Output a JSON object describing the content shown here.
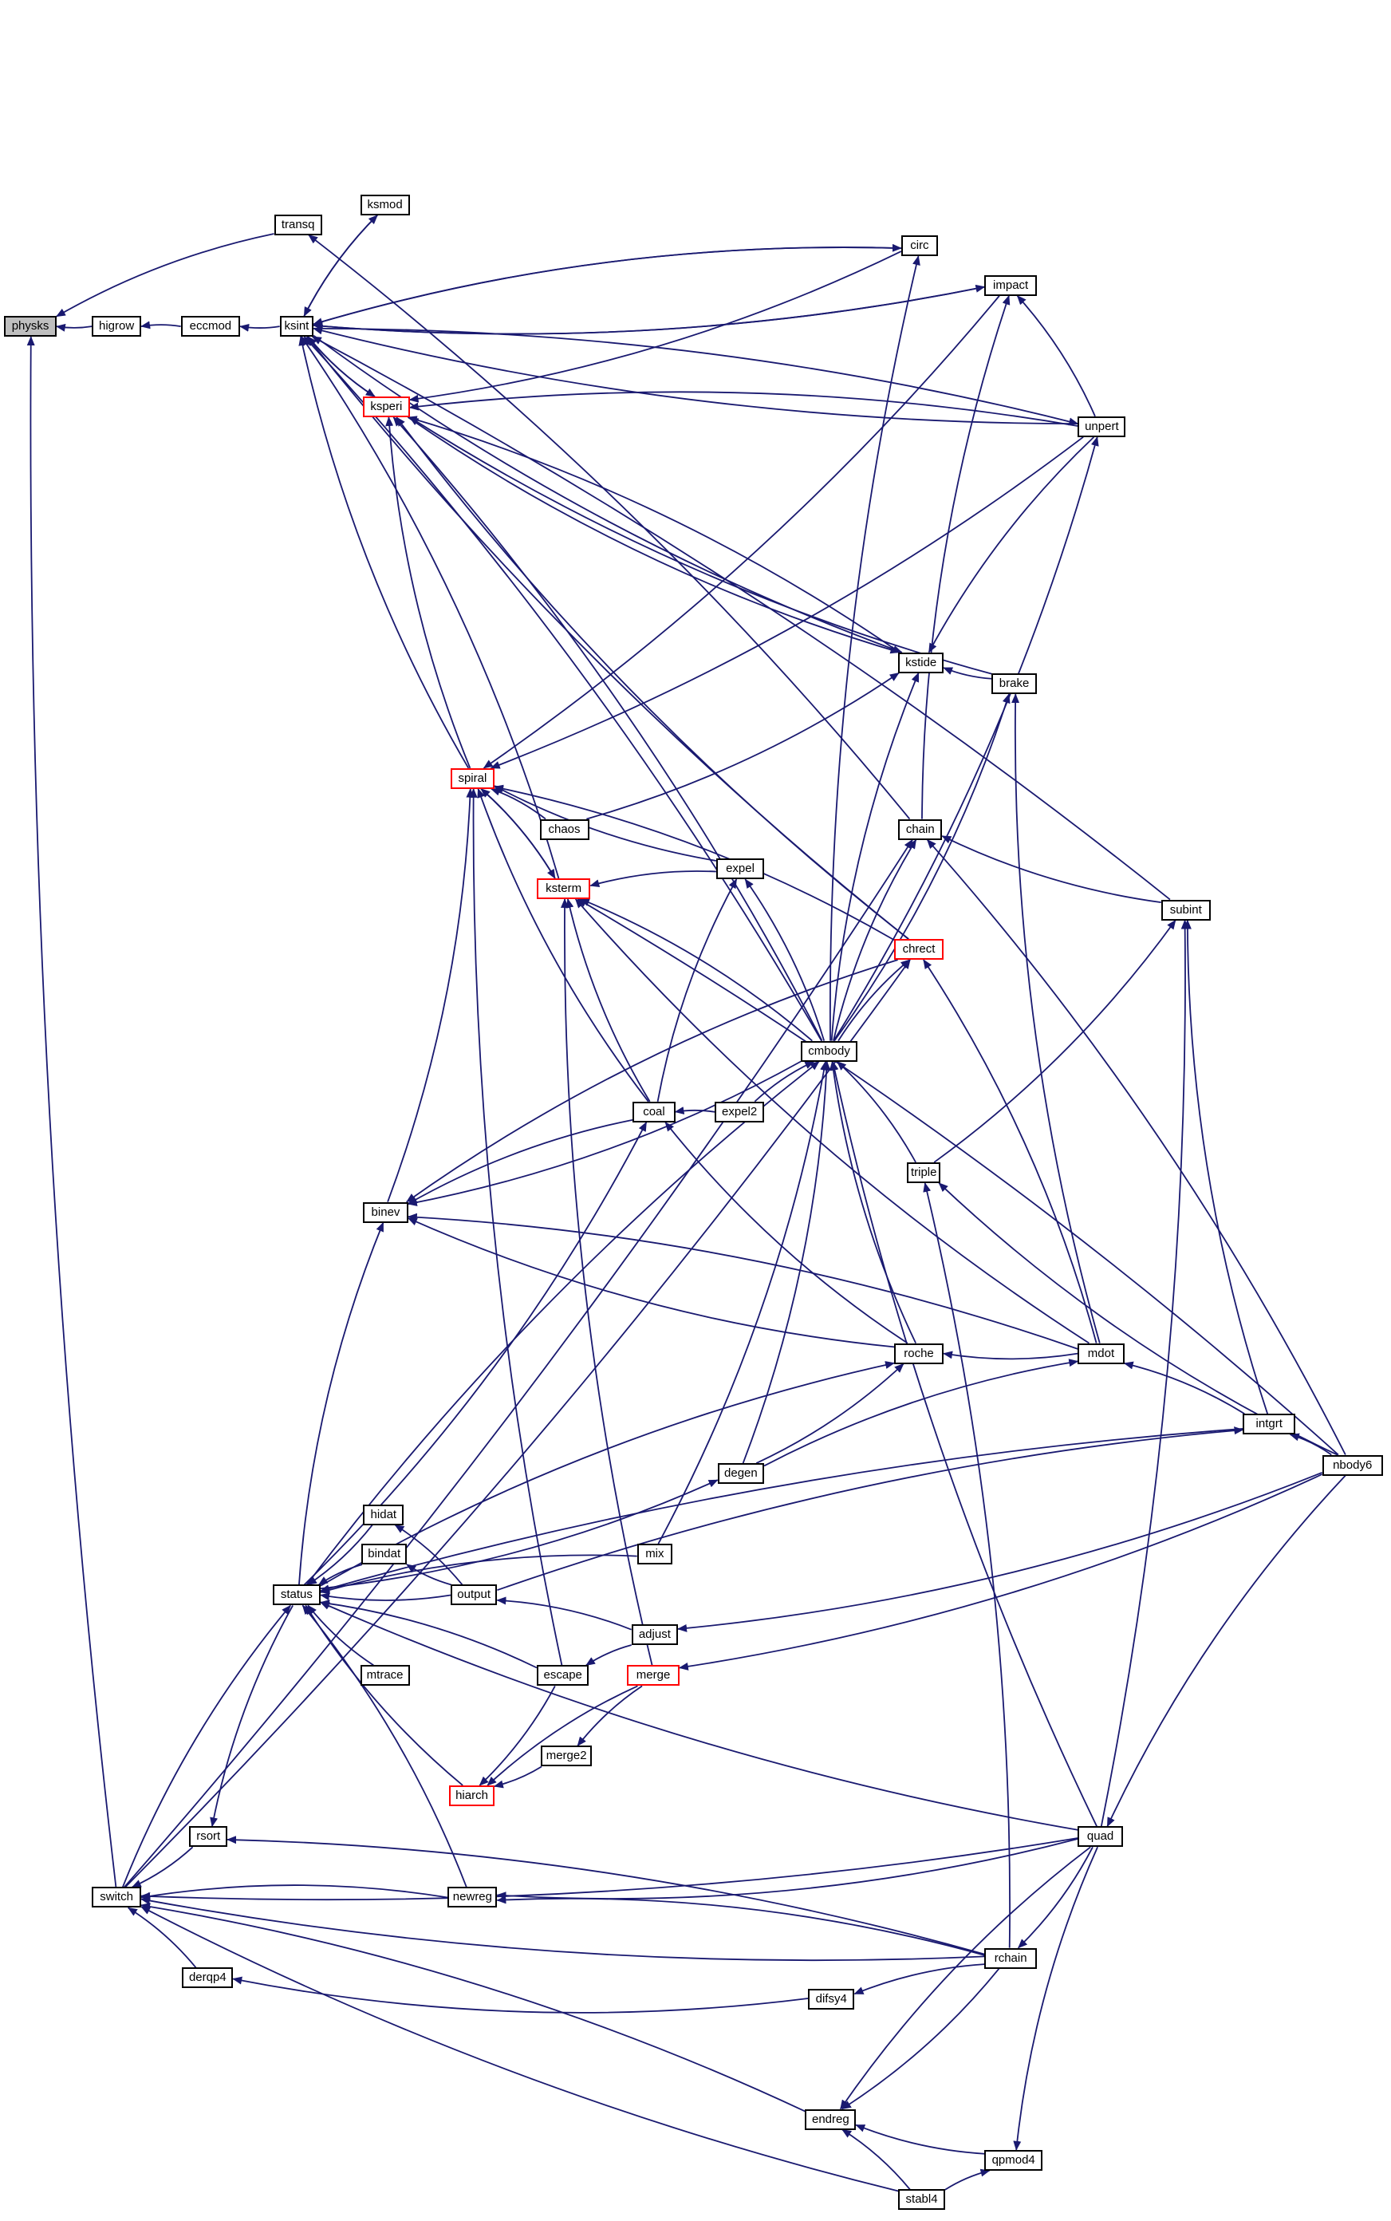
{
  "colors": {
    "edge": "#191970",
    "node_border": "#000000",
    "highlight_border": "#ff0000",
    "root_fill": "#bfbfbf"
  },
  "nodes": [
    {
      "id": "physks",
      "label": "physks",
      "style": "root"
    },
    {
      "id": "higrow",
      "label": "higrow"
    },
    {
      "id": "eccmod",
      "label": "eccmod"
    },
    {
      "id": "ksint",
      "label": "ksint"
    },
    {
      "id": "transq",
      "label": "transq"
    },
    {
      "id": "ksmod",
      "label": "ksmod"
    },
    {
      "id": "ksperi",
      "label": "ksperi",
      "style": "red"
    },
    {
      "id": "circ",
      "label": "circ"
    },
    {
      "id": "impact",
      "label": "impact"
    },
    {
      "id": "unpert",
      "label": "unpert"
    },
    {
      "id": "kstide",
      "label": "kstide"
    },
    {
      "id": "brake",
      "label": "brake"
    },
    {
      "id": "spiral",
      "label": "spiral",
      "style": "red"
    },
    {
      "id": "chaos",
      "label": "chaos"
    },
    {
      "id": "chain",
      "label": "chain"
    },
    {
      "id": "expel",
      "label": "expel"
    },
    {
      "id": "ksterm",
      "label": "ksterm",
      "style": "red"
    },
    {
      "id": "subint",
      "label": "subint"
    },
    {
      "id": "chrect",
      "label": "chrect",
      "style": "red"
    },
    {
      "id": "cmbody",
      "label": "cmbody"
    },
    {
      "id": "coal",
      "label": "coal"
    },
    {
      "id": "expel2",
      "label": "expel2"
    },
    {
      "id": "triple",
      "label": "triple"
    },
    {
      "id": "binev",
      "label": "binev"
    },
    {
      "id": "roche",
      "label": "roche"
    },
    {
      "id": "mdot",
      "label": "mdot"
    },
    {
      "id": "intgrt",
      "label": "intgrt"
    },
    {
      "id": "nbody6",
      "label": "nbody6"
    },
    {
      "id": "degen",
      "label": "degen"
    },
    {
      "id": "hidat",
      "label": "hidat"
    },
    {
      "id": "bindat",
      "label": "bindat"
    },
    {
      "id": "mix",
      "label": "mix"
    },
    {
      "id": "output",
      "label": "output"
    },
    {
      "id": "status",
      "label": "status"
    },
    {
      "id": "adjust",
      "label": "adjust"
    },
    {
      "id": "mtrace",
      "label": "mtrace"
    },
    {
      "id": "escape",
      "label": "escape"
    },
    {
      "id": "merge",
      "label": "merge",
      "style": "red"
    },
    {
      "id": "merge2",
      "label": "merge2"
    },
    {
      "id": "hiarch",
      "label": "hiarch",
      "style": "red"
    },
    {
      "id": "quad",
      "label": "quad"
    },
    {
      "id": "rsort",
      "label": "rsort"
    },
    {
      "id": "switch",
      "label": "switch"
    },
    {
      "id": "newreg",
      "label": "newreg"
    },
    {
      "id": "derqp4",
      "label": "derqp4"
    },
    {
      "id": "rchain",
      "label": "rchain"
    },
    {
      "id": "difsy4",
      "label": "difsy4"
    },
    {
      "id": "endreg",
      "label": "endreg"
    },
    {
      "id": "qpmod4",
      "label": "qpmod4"
    },
    {
      "id": "stabl4",
      "label": "stabl4"
    }
  ],
  "edges": [
    [
      "physks",
      "higrow"
    ],
    [
      "physks",
      "transq"
    ],
    [
      "physks",
      "switch"
    ],
    [
      "higrow",
      "eccmod"
    ],
    [
      "eccmod",
      "ksint"
    ],
    [
      "transq",
      "chain"
    ],
    [
      "ksmod",
      "ksint"
    ],
    [
      "ksint",
      "ksmod"
    ],
    [
      "ksint",
      "unpert"
    ],
    [
      "ksint",
      "circ"
    ],
    [
      "ksint",
      "impact"
    ],
    [
      "ksint",
      "subint"
    ],
    [
      "ksint",
      "ksperi"
    ],
    [
      "ksperi",
      "ksint"
    ],
    [
      "ksint",
      "spiral"
    ],
    [
      "ksint",
      "ksterm"
    ],
    [
      "ksint",
      "chrect"
    ],
    [
      "ksint",
      "cmbody"
    ],
    [
      "circ",
      "ksint"
    ],
    [
      "impact",
      "ksint"
    ],
    [
      "unpert",
      "ksint"
    ],
    [
      "kstide",
      "ksint"
    ],
    [
      "ksperi",
      "circ"
    ],
    [
      "ksperi",
      "unpert"
    ],
    [
      "ksperi",
      "brake"
    ],
    [
      "ksperi",
      "kstide"
    ],
    [
      "ksperi",
      "chrect"
    ],
    [
      "ksperi",
      "cmbody"
    ],
    [
      "ksperi",
      "spiral"
    ],
    [
      "impact",
      "unpert"
    ],
    [
      "spiral",
      "impact"
    ],
    [
      "unpert",
      "cmbody"
    ],
    [
      "spiral",
      "unpert"
    ],
    [
      "kstide",
      "unpert"
    ],
    [
      "kstide",
      "brake"
    ],
    [
      "kstide",
      "chaos"
    ],
    [
      "kstide",
      "cmbody"
    ],
    [
      "kstide",
      "ksperi"
    ],
    [
      "brake",
      "mdot"
    ],
    [
      "brake",
      "cmbody"
    ],
    [
      "chain",
      "subint"
    ],
    [
      "chain",
      "nbody6"
    ],
    [
      "chain",
      "cmbody"
    ],
    [
      "chain",
      "switch"
    ],
    [
      "impact",
      "chain"
    ],
    [
      "spiral",
      "chaos"
    ],
    [
      "spiral",
      "expel"
    ],
    [
      "spiral",
      "chrect"
    ],
    [
      "spiral",
      "coal"
    ],
    [
      "spiral",
      "binev"
    ],
    [
      "spiral",
      "escape"
    ],
    [
      "spiral",
      "ksterm"
    ],
    [
      "ksterm",
      "spiral"
    ],
    [
      "ksterm",
      "expel"
    ],
    [
      "ksterm",
      "coal"
    ],
    [
      "ksterm",
      "cmbody"
    ],
    [
      "ksterm",
      "mdot"
    ],
    [
      "ksterm",
      "nbody6"
    ],
    [
      "ksterm",
      "merge"
    ],
    [
      "expel",
      "cmbody"
    ],
    [
      "expel",
      "coal"
    ],
    [
      "chrect",
      "mdot"
    ],
    [
      "chrect",
      "cmbody"
    ],
    [
      "chrect",
      "switch"
    ],
    [
      "cmbody",
      "expel2"
    ],
    [
      "cmbody",
      "triple"
    ],
    [
      "cmbody",
      "roche"
    ],
    [
      "cmbody",
      "degen"
    ],
    [
      "cmbody",
      "quad"
    ],
    [
      "cmbody",
      "mix"
    ],
    [
      "cmbody",
      "status"
    ],
    [
      "coal",
      "expel2"
    ],
    [
      "coal",
      "roche"
    ],
    [
      "coal",
      "status"
    ],
    [
      "circ",
      "cmbody"
    ],
    [
      "subint",
      "triple"
    ],
    [
      "subint",
      "intgrt"
    ],
    [
      "subint",
      "quad"
    ],
    [
      "triple",
      "nbody6"
    ],
    [
      "triple",
      "rchain"
    ],
    [
      "binev",
      "cmbody"
    ],
    [
      "binev",
      "coal"
    ],
    [
      "binev",
      "roche"
    ],
    [
      "binev",
      "mdot"
    ],
    [
      "binev",
      "status"
    ],
    [
      "binev",
      "chrect"
    ],
    [
      "roche",
      "mdot"
    ],
    [
      "roche",
      "degen"
    ],
    [
      "roche",
      "status"
    ],
    [
      "mdot",
      "intgrt"
    ],
    [
      "mdot",
      "degen"
    ],
    [
      "intgrt",
      "nbody6"
    ],
    [
      "intgrt",
      "output"
    ],
    [
      "degen",
      "status"
    ],
    [
      "status",
      "hidat"
    ],
    [
      "status",
      "bindat"
    ],
    [
      "status",
      "output"
    ],
    [
      "status",
      "mix"
    ],
    [
      "status",
      "mtrace"
    ],
    [
      "status",
      "escape"
    ],
    [
      "status",
      "hiarch"
    ],
    [
      "status",
      "newreg"
    ],
    [
      "status",
      "quad"
    ],
    [
      "status",
      "intgrt"
    ],
    [
      "status",
      "switch"
    ],
    [
      "hidat",
      "output"
    ],
    [
      "bindat",
      "output"
    ],
    [
      "output",
      "adjust"
    ],
    [
      "adjust",
      "nbody6"
    ],
    [
      "escape",
      "adjust"
    ],
    [
      "merge",
      "nbody6"
    ],
    [
      "merge2",
      "merge"
    ],
    [
      "hiarch",
      "merge2"
    ],
    [
      "hiarch",
      "merge"
    ],
    [
      "hiarch",
      "escape"
    ],
    [
      "quad",
      "nbody6"
    ],
    [
      "rchain",
      "quad"
    ],
    [
      "rsort",
      "rchain"
    ],
    [
      "switch",
      "rsort"
    ],
    [
      "rsort",
      "status"
    ],
    [
      "switch",
      "quad"
    ],
    [
      "switch",
      "newreg"
    ],
    [
      "switch",
      "rchain"
    ],
    [
      "switch",
      "endreg"
    ],
    [
      "switch",
      "stabl4"
    ],
    [
      "switch",
      "derqp4"
    ],
    [
      "newreg",
      "quad"
    ],
    [
      "newreg",
      "rchain"
    ],
    [
      "derqp4",
      "difsy4"
    ],
    [
      "difsy4",
      "rchain"
    ],
    [
      "endreg",
      "rchain"
    ],
    [
      "endreg",
      "quad"
    ],
    [
      "endreg",
      "qpmod4"
    ],
    [
      "endreg",
      "stabl4"
    ],
    [
      "qpmod4",
      "stabl4"
    ],
    [
      "qpmod4",
      "quad"
    ]
  ]
}
